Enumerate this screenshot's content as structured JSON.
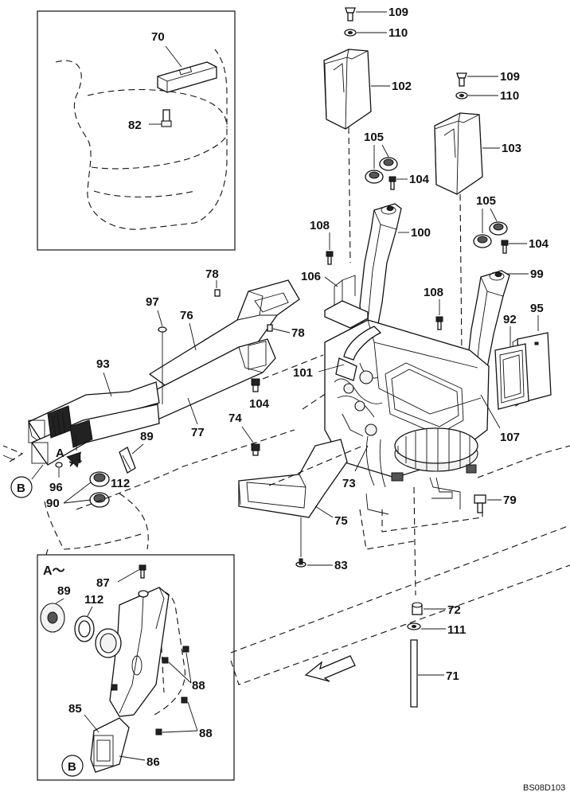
{
  "diagram": {
    "drawing_code": "BS08D103",
    "view_a_label": "A～",
    "arrow_a_label": "A",
    "callout_b_top": "B",
    "callout_b_bottom": "B"
  },
  "part_labels": {
    "p70": "70",
    "p82": "82",
    "p109a": "109",
    "p110a": "110",
    "p102": "102",
    "p109b": "109",
    "p110b": "110",
    "p103": "103",
    "p105a": "105",
    "p104a": "104",
    "p100": "100",
    "p105b": "105",
    "p104b": "104",
    "p99": "99",
    "p108a": "108",
    "p106": "106",
    "p108b": "108",
    "p78a": "78",
    "p97": "97",
    "p76": "76",
    "p78b": "78",
    "p95": "95",
    "p92": "92",
    "p93": "93",
    "p101": "101",
    "p104c": "104",
    "p77": "77",
    "p74": "74",
    "p107": "107",
    "p89": "89",
    "p94": "94",
    "p96": "96",
    "p112": "112",
    "p90": "90",
    "p73": "73",
    "p79": "79",
    "p75": "75",
    "p83": "83",
    "p87": "87",
    "p89b": "89",
    "p112b": "112",
    "p88a": "88",
    "p88b": "88",
    "p85": "85",
    "p86": "86",
    "p72": "72",
    "p111": "111",
    "p71": "71"
  }
}
